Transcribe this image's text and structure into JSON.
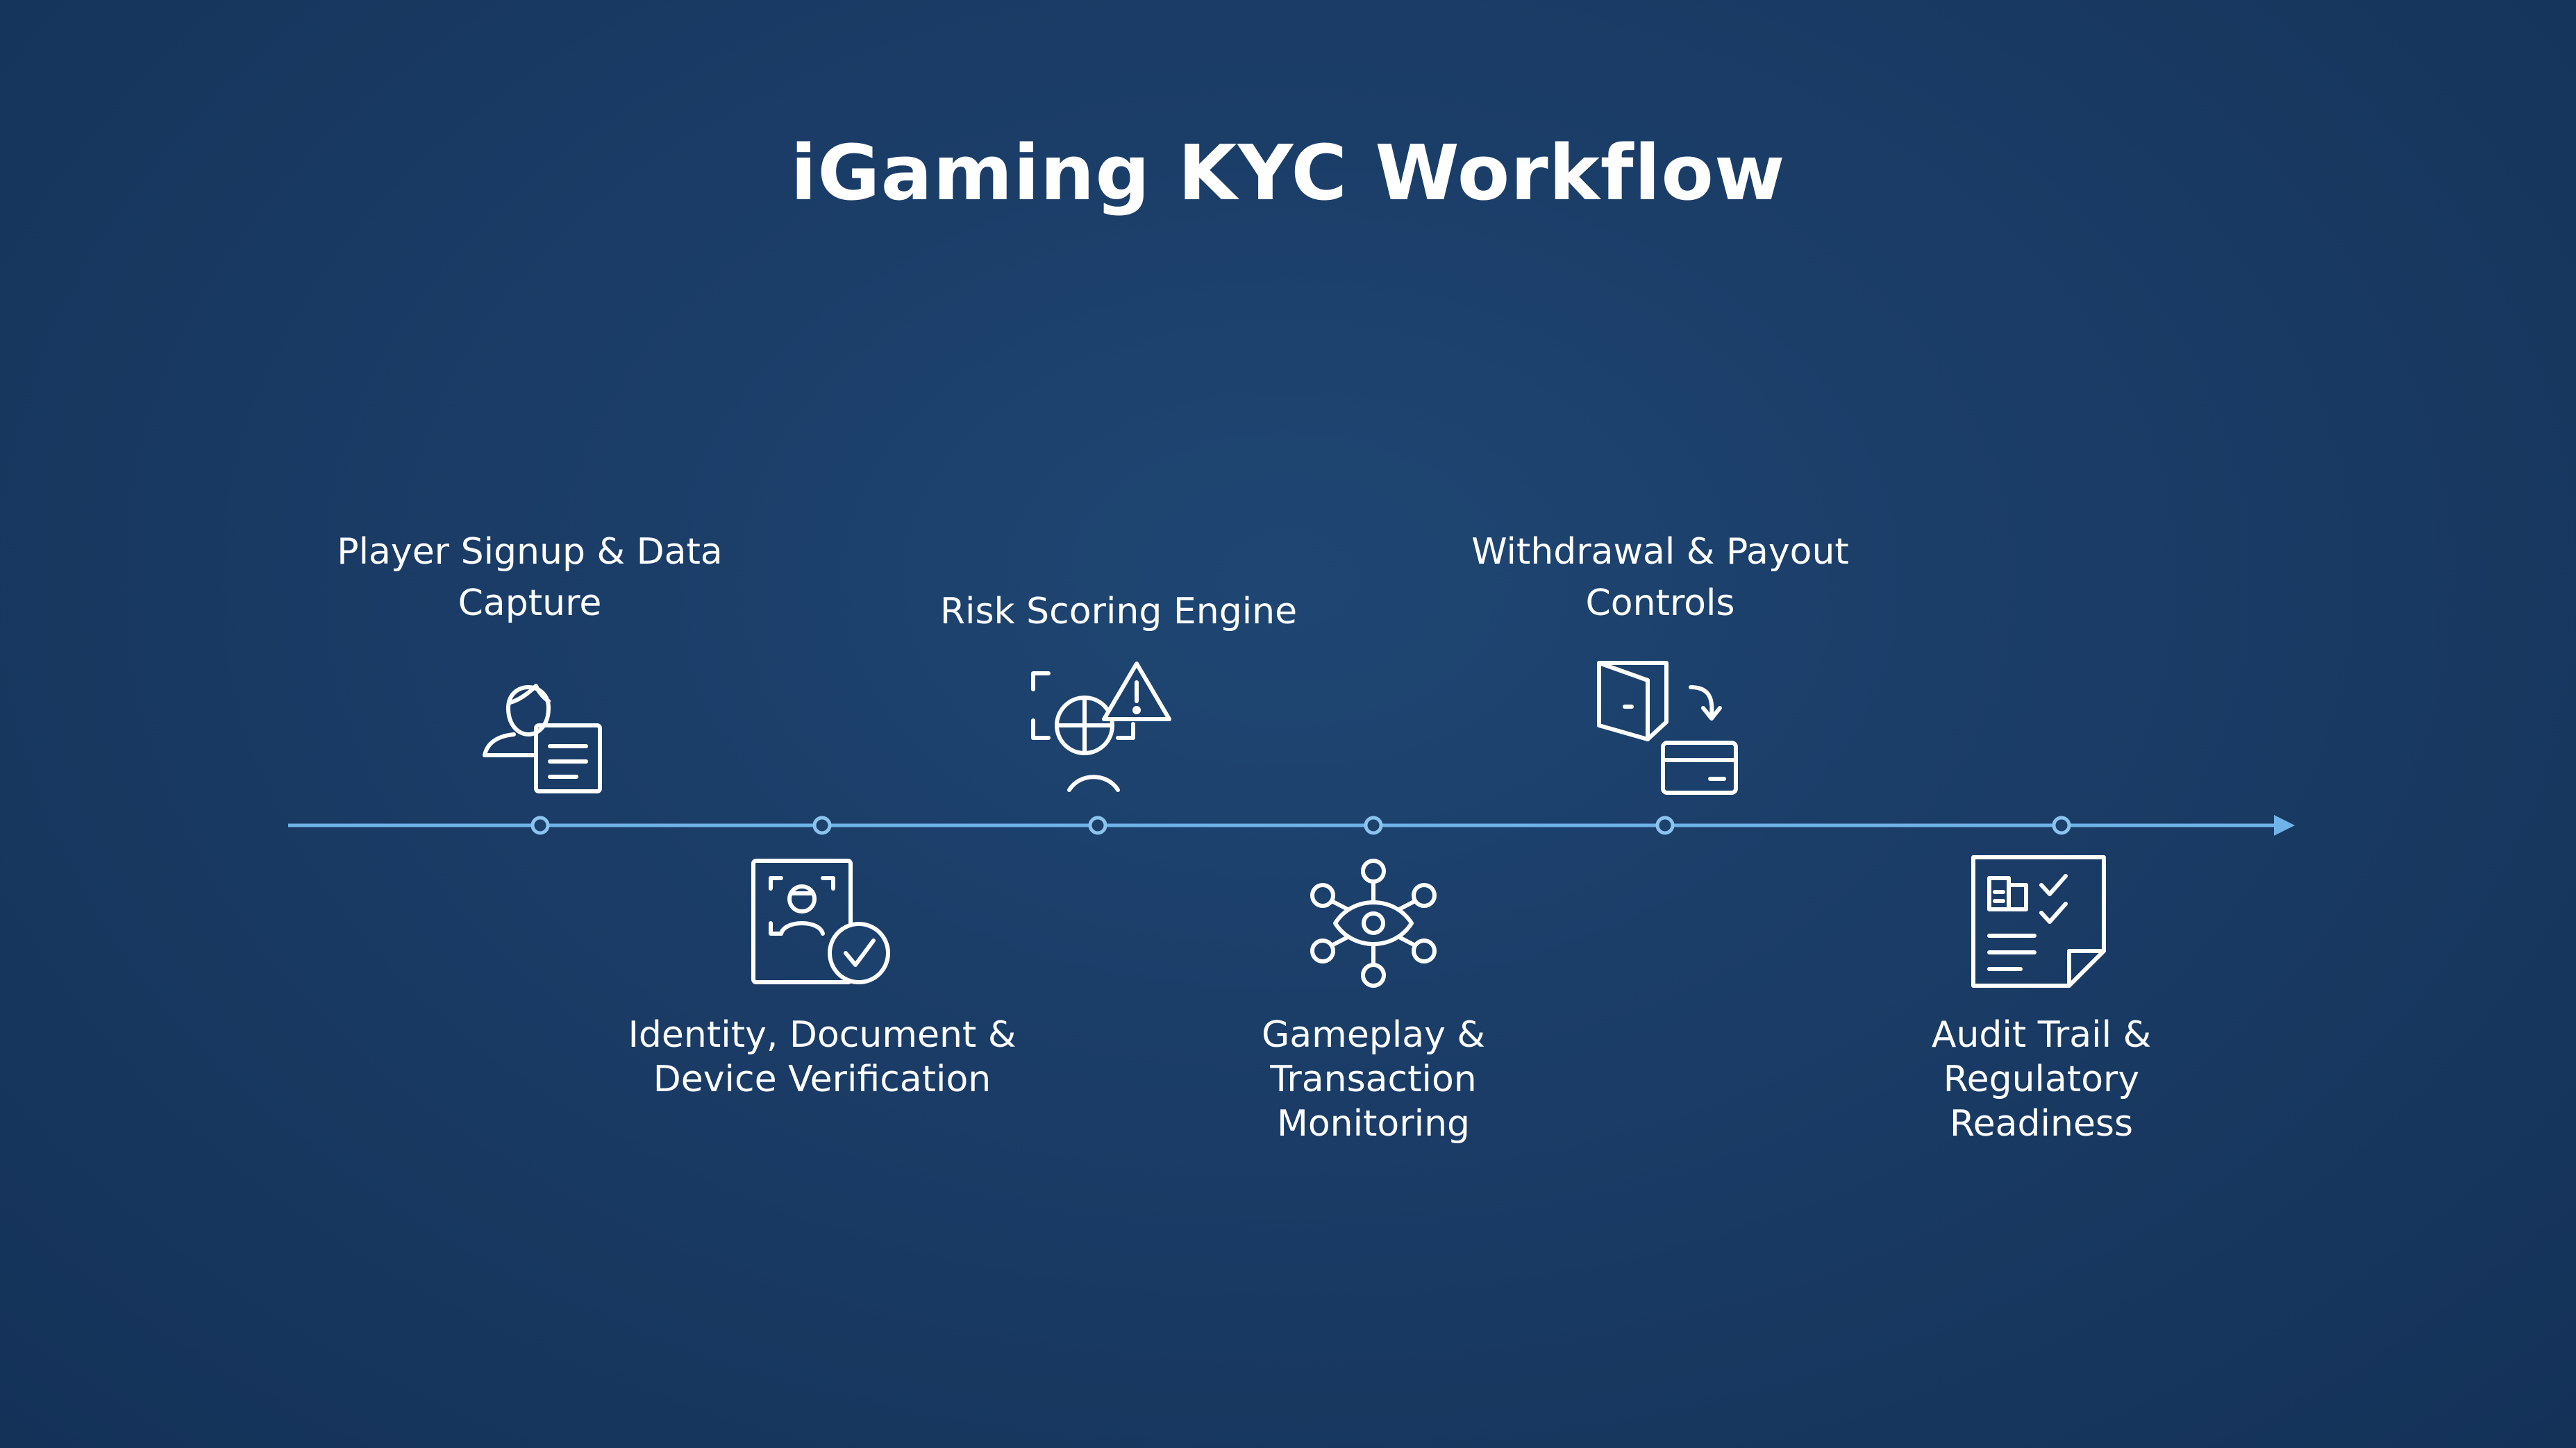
{
  "title": "iGaming KYC Workflow",
  "accent_color": "#6fb3e8",
  "steps": [
    {
      "label": "Player Signup & Data Capture",
      "icon": "user-document-icon"
    },
    {
      "label": "Identity, Document & Device Verification",
      "icon": "id-verification-icon"
    },
    {
      "label": "Risk Scoring Engine",
      "icon": "risk-alert-icon"
    },
    {
      "label": "Gameplay & Transaction Monitoring",
      "icon": "network-eye-icon"
    },
    {
      "label": "Withdrawal & Payout Controls",
      "icon": "wallet-card-icon"
    },
    {
      "label": "Audit Trail & Regulatory Readiness",
      "icon": "audit-checklist-icon"
    }
  ]
}
